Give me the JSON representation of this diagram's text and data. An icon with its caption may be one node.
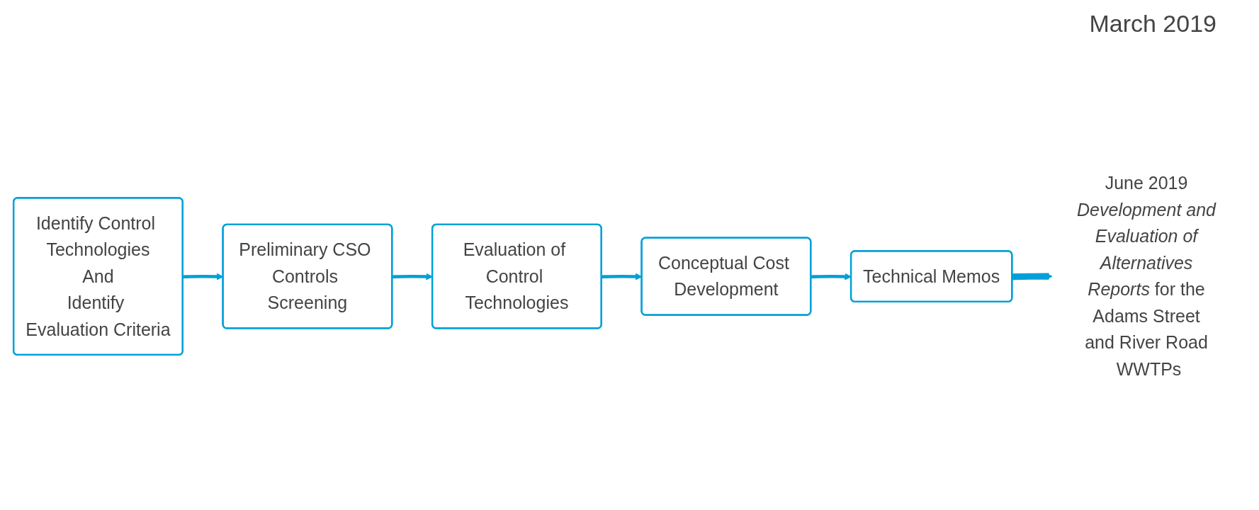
{
  "diagram": {
    "nodes": [
      {
        "text": [
          "Identify Control Technologies",
          "And",
          "Identify Evaluation Criteria"
        ]
      },
      {
        "text": [
          "Preliminary CSO Controls Screening"
        ]
      },
      {
        "text": [
          "Evaluation of Control Technologies"
        ]
      },
      {
        "text": [
          "Conceptual Cost Development"
        ]
      },
      {
        "text": [
          "Technical Memos"
        ]
      },
      {
        "text": [
          "June 2019 *Development and Evaluation of Alternatives Reports* for the Adams Street and River Road WWTPs"
        ]
      }
    ],
    "edges": [
      {
        "from": 0,
        "to": 1,
        "arrow": "to"
      },
      {
        "from": 1,
        "to": 2,
        "arrow": "to"
      },
      {
        "from": 2,
        "to": 3,
        "arrow": "to"
      },
      {
        "from": 3,
        "to": 4,
        "arrow": "to"
      },
      {
        "from": 4,
        "to": 5,
        "arrow": "to",
        "style": "thick"
      }
    ],
    "labels": [
      "March 2019"
    ]
  }
}
